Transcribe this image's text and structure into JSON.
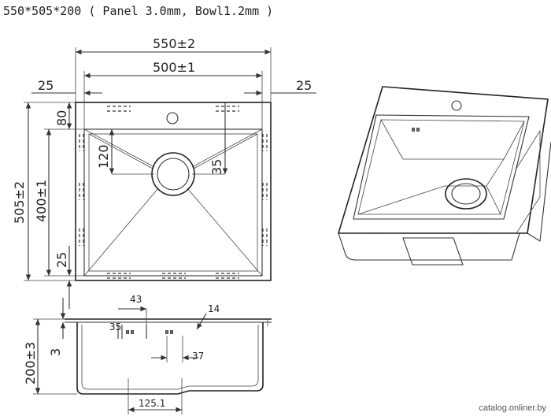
{
  "title": "550*505*200 ( Panel 3.0mm, Bowl1.2mm )",
  "dimensions": {
    "overall_width": "550±2",
    "bowl_width": "500±1",
    "left_margin": "25",
    "right_margin": "25",
    "overall_depth": "505±2",
    "bowl_depth": "400±1",
    "top_offset": "80",
    "drain_offset_left": "120",
    "drain_offset_right": "35",
    "bottom_margin": "25",
    "height": "200±3",
    "panel_thickness": "3",
    "overflow_offset": "43",
    "overflow_height": "35",
    "slot_width": "14",
    "slot_offset": "37",
    "drain_diameter": "125.1"
  },
  "watermark": "catalog.onliner.by"
}
